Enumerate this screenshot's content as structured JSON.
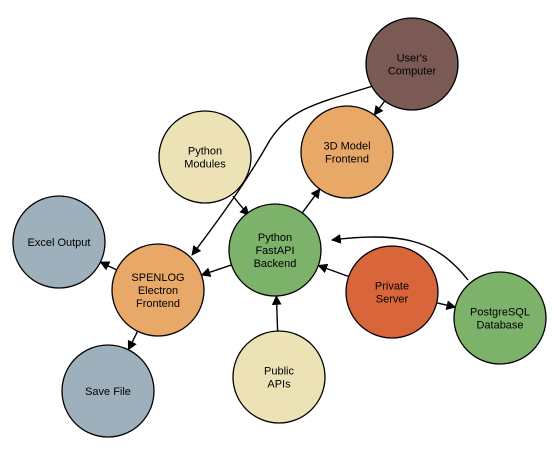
{
  "nodes": [
    {
      "id": "users_computer",
      "lines": [
        "User's",
        "Computer"
      ],
      "color": "#7b5a55"
    },
    {
      "id": "model_frontend",
      "lines": [
        "3D Model",
        "Frontend"
      ],
      "color": "#e8a868"
    },
    {
      "id": "python_modules",
      "lines": [
        "Python",
        "Modules"
      ],
      "color": "#ede2b5"
    },
    {
      "id": "excel_output",
      "lines": [
        "Excel Output"
      ],
      "color": "#9eb0bb"
    },
    {
      "id": "python_backend",
      "lines": [
        "Python",
        "FastAPI",
        "Backend"
      ],
      "color": "#7db26a"
    },
    {
      "id": "spenlog_frontend",
      "lines": [
        "SPENLOG",
        "Electron",
        "Frontend"
      ],
      "color": "#e8a868"
    },
    {
      "id": "private_server",
      "lines": [
        "Private",
        "Server"
      ],
      "color": "#d9653a"
    },
    {
      "id": "postgres_db",
      "lines": [
        "PostgreSQL",
        "Database"
      ],
      "color": "#7db26a"
    },
    {
      "id": "save_file",
      "lines": [
        "Save File"
      ],
      "color": "#9eb0bb"
    },
    {
      "id": "public_apis",
      "lines": [
        "Public",
        "APIs"
      ],
      "color": "#ede2b5"
    }
  ],
  "edges": [
    {
      "from": "users_computer",
      "to": "model_frontend"
    },
    {
      "from": "users_computer",
      "to": "spenlog_frontend"
    },
    {
      "from": "python_modules",
      "to": "python_backend"
    },
    {
      "from": "python_backend",
      "to": "model_frontend"
    },
    {
      "from": "python_backend",
      "to": "spenlog_frontend"
    },
    {
      "from": "spenlog_frontend",
      "to": "excel_output"
    },
    {
      "from": "spenlog_frontend",
      "to": "save_file"
    },
    {
      "from": "public_apis",
      "to": "python_backend"
    },
    {
      "from": "private_server",
      "to": "python_backend"
    },
    {
      "from": "private_server",
      "to": "postgres_db"
    },
    {
      "from": "postgres_db",
      "to": "python_backend"
    }
  ]
}
